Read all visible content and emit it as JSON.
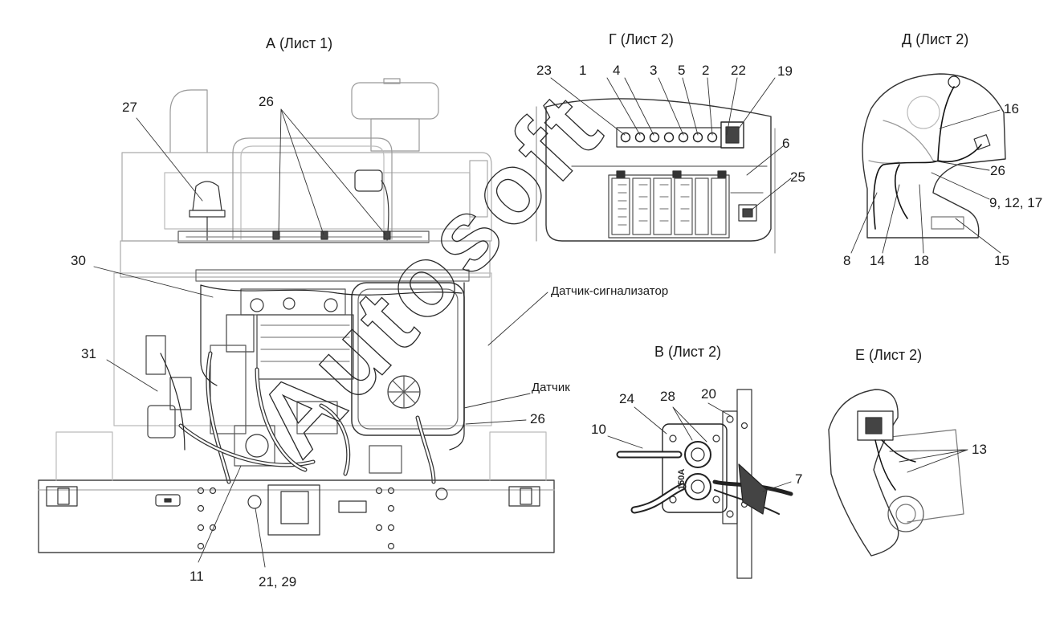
{
  "views": {
    "a": "А (Лист 1)",
    "g": "Г (Лист 2)",
    "d": "Д (Лист 2)",
    "v": "В (Лист 2)",
    "e": "Е (Лист 2)"
  },
  "callouts": {
    "n27": "27",
    "n26a": "26",
    "n30": "30",
    "n31": "31",
    "n11": "11",
    "n2129": "21, 29",
    "n23": "23",
    "n1": "1",
    "n4": "4",
    "n3": "3",
    "n5": "5",
    "n2": "2",
    "n22": "22",
    "n19": "19",
    "n6": "6",
    "n25": "25",
    "n16": "16",
    "n26b": "26",
    "n91217": "9, 12, 17",
    "n8": "8",
    "n14": "14",
    "n18": "18",
    "n15": "15",
    "n24": "24",
    "n28": "28",
    "n20": "20",
    "n10": "10",
    "n7": "7",
    "n13": "13",
    "n26c": "26"
  },
  "notes": {
    "sensor_signal": "Датчик-сигнализатор",
    "sensor": "Датчик"
  },
  "watermark": "Autosoft",
  "stamp": "150А"
}
